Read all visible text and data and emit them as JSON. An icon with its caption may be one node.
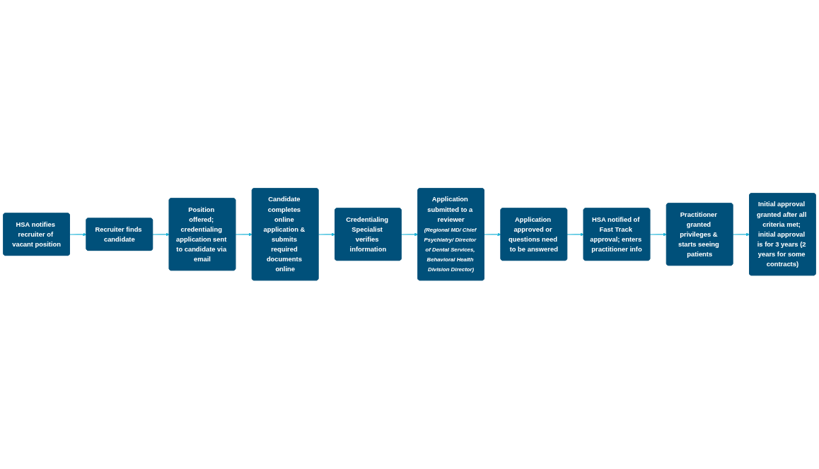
{
  "diagram": {
    "nodes": [
      {
        "text": [
          "HSA notifies recruiter of vacant position"
        ]
      },
      {
        "text": [
          "Recruiter finds candidate"
        ]
      },
      {
        "text": [
          "Position offered; credentialing application sent to candidate via email"
        ]
      },
      {
        "text": [
          "Candidate completes online application & submits required documents online"
        ]
      },
      {
        "text": [
          "Credentialing Specialist verifies information"
        ]
      },
      {
        "text": [
          "Application submitted to a reviewer",
          "(Regional MD/ Chief Psychiatry/ Director of Dental Services, Behavioral Health Division Director)"
        ]
      },
      {
        "text": [
          "Application approved or questions need to be answered"
        ]
      },
      {
        "text": [
          "HSA notified of Fast Track approval; enters practitioner info"
        ]
      },
      {
        "text": [
          "Practitioner granted privileges & starts seeing patients"
        ]
      },
      {
        "text": [
          "Initial approval granted after all criteria met; initial approval is for 3 years (2 years for some contracts)"
        ]
      }
    ],
    "edges": [
      {
        "from": 0,
        "to": 1,
        "arrow": "to"
      },
      {
        "from": 1,
        "to": 2,
        "arrow": "to"
      },
      {
        "from": 2,
        "to": 3,
        "arrow": "to"
      },
      {
        "from": 3,
        "to": 4,
        "arrow": "to"
      },
      {
        "from": 4,
        "to": 5,
        "arrow": "to"
      },
      {
        "from": 5,
        "to": 6,
        "arrow": "to"
      },
      {
        "from": 6,
        "to": 7,
        "arrow": "to"
      },
      {
        "from": 7,
        "to": 8,
        "arrow": "to"
      },
      {
        "from": 8,
        "to": 9,
        "arrow": "to"
      }
    ]
  }
}
